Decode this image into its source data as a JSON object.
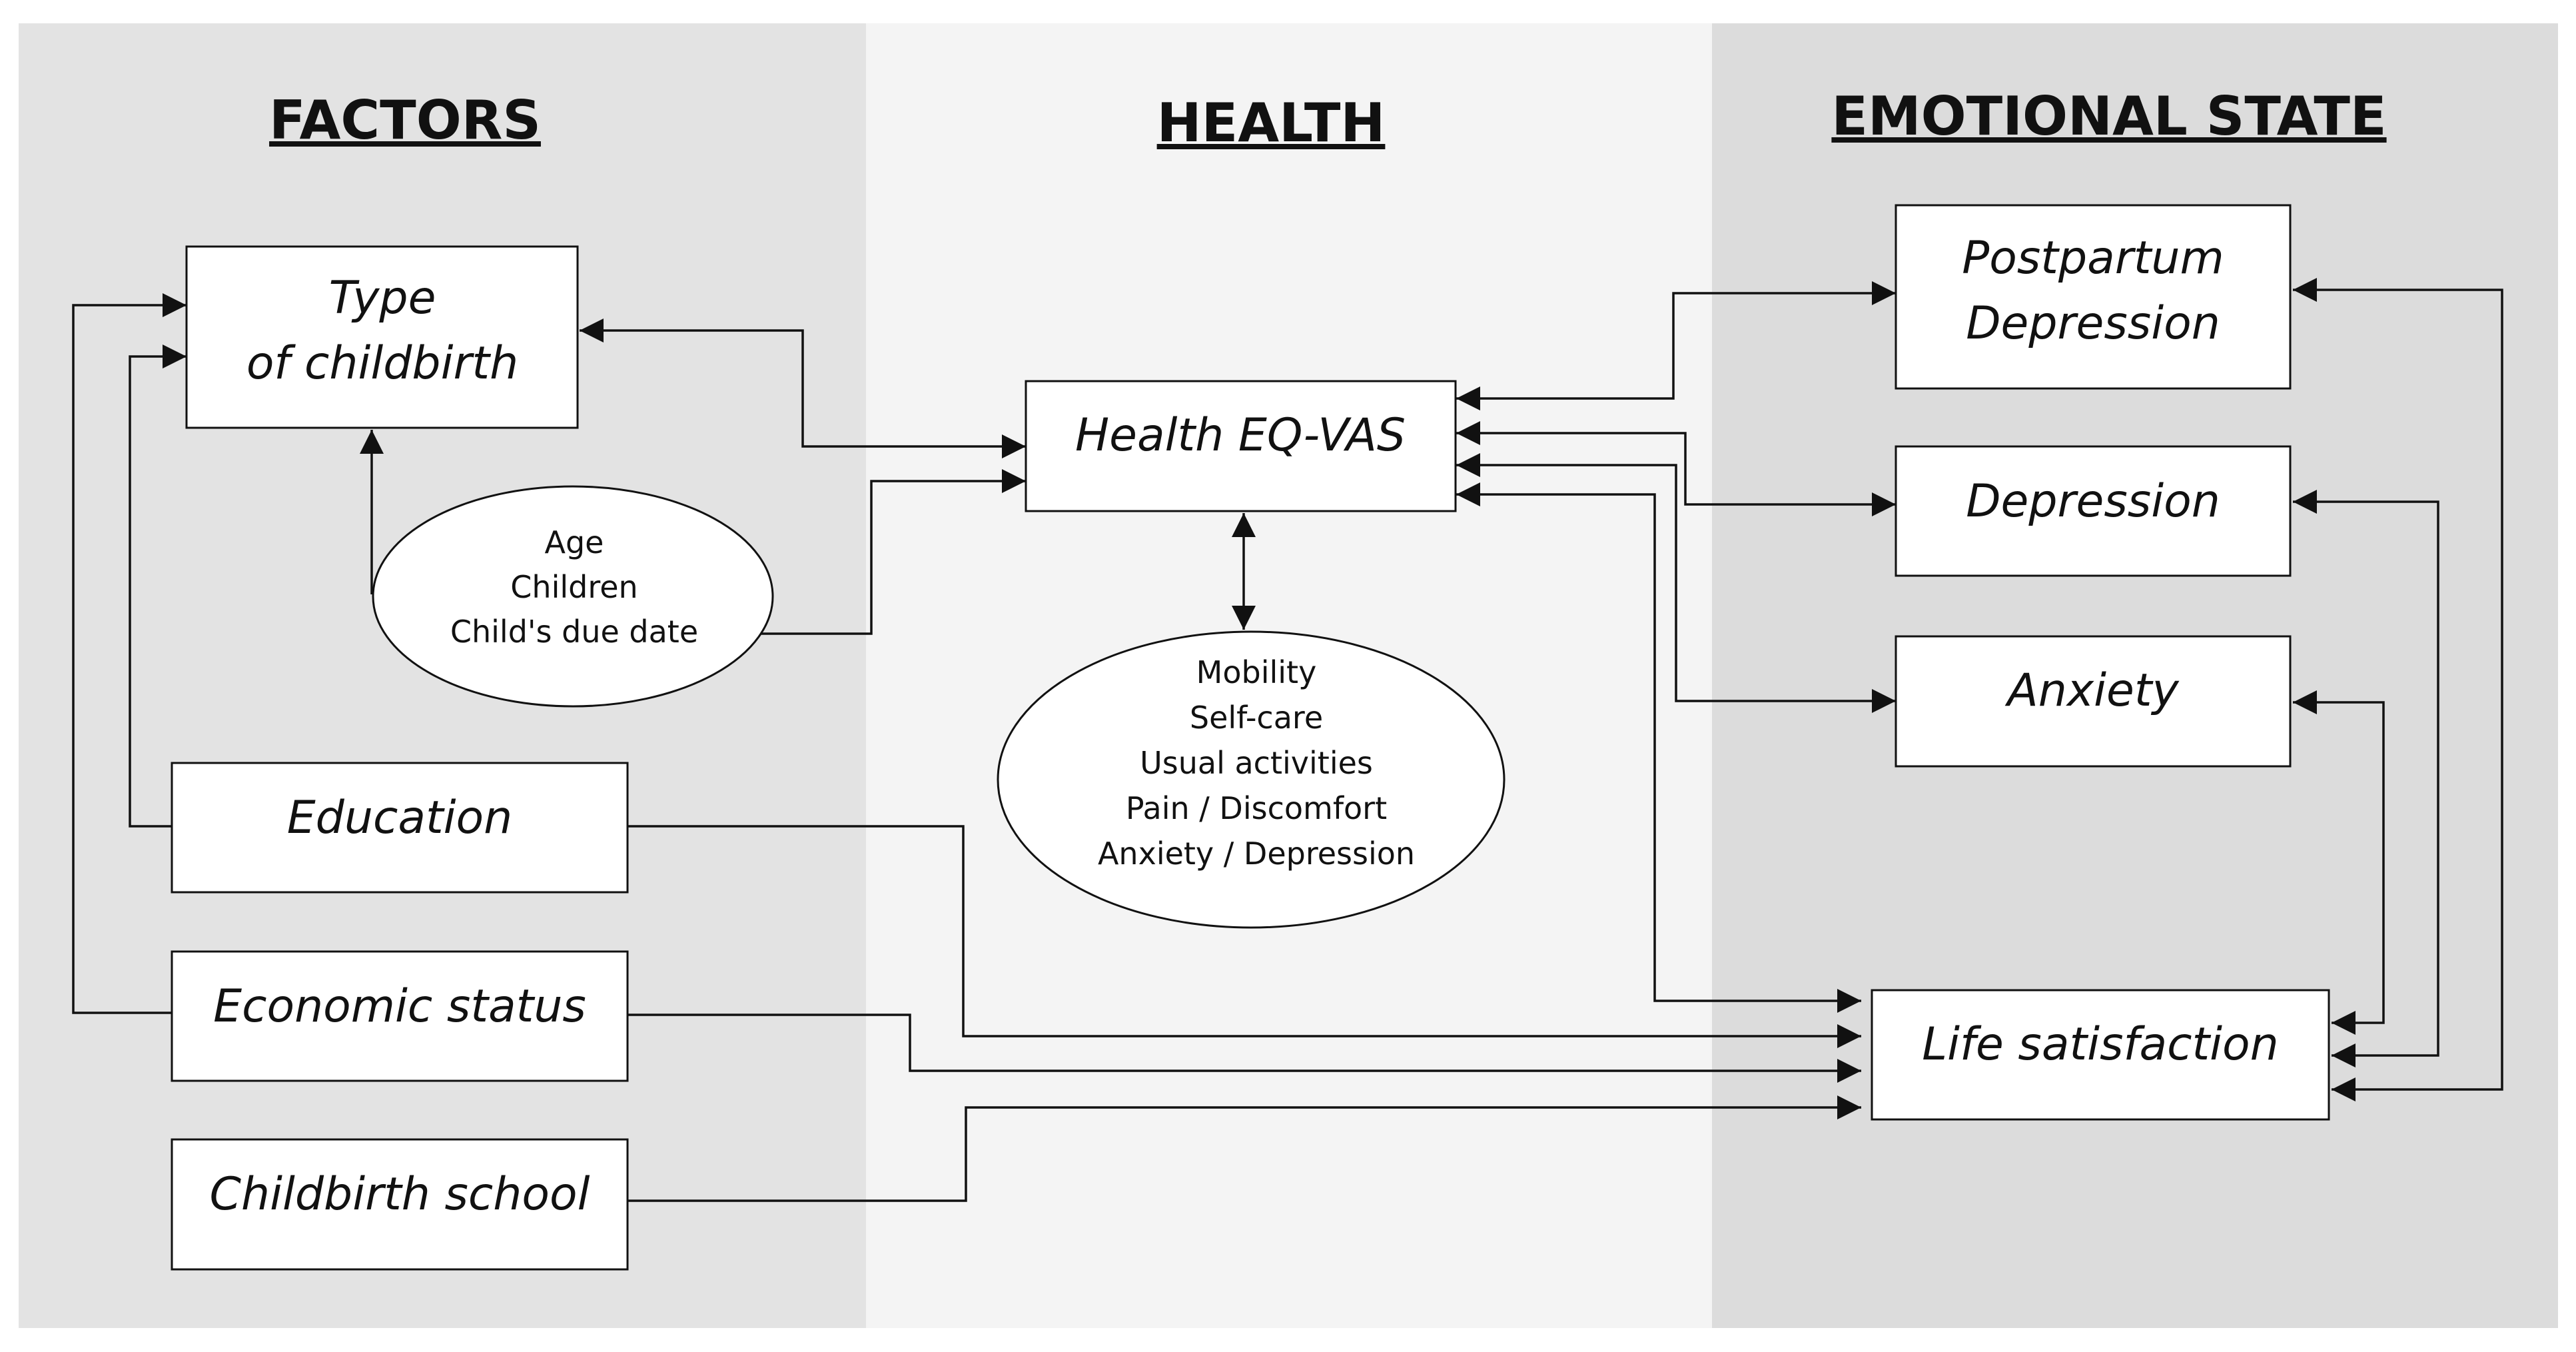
{
  "colors": {
    "page": "#ffffff",
    "col_factors": "#e3e3e3",
    "col_health": "#f4f4f4",
    "col_emotional": "#dcdcdc",
    "line": "#111111"
  },
  "columns": {
    "factors": "FACTORS",
    "health": "HEALTH",
    "emotional": "EMOTIONAL STATE"
  },
  "nodes": {
    "type_of_childbirth": [
      "Type",
      "of childbirth"
    ],
    "education": [
      "Education"
    ],
    "economic_status": [
      "Economic status"
    ],
    "childbirth_school": [
      "Childbirth school"
    ],
    "health_eqvas": [
      "Health EQ-VAS"
    ],
    "postpartum_depression": [
      "Postpartum",
      "Depression"
    ],
    "depression": [
      "Depression"
    ],
    "anxiety": [
      "Anxiety"
    ],
    "life_satisfaction": [
      "Life satisfaction"
    ]
  },
  "ovals": {
    "demographics": [
      "Age",
      "Children",
      "Child's due date"
    ],
    "eq5d_dimensions": [
      "Mobility",
      "Self-care",
      "Usual activities",
      "Pain / Discomfort",
      "Anxiety / Depression"
    ]
  }
}
